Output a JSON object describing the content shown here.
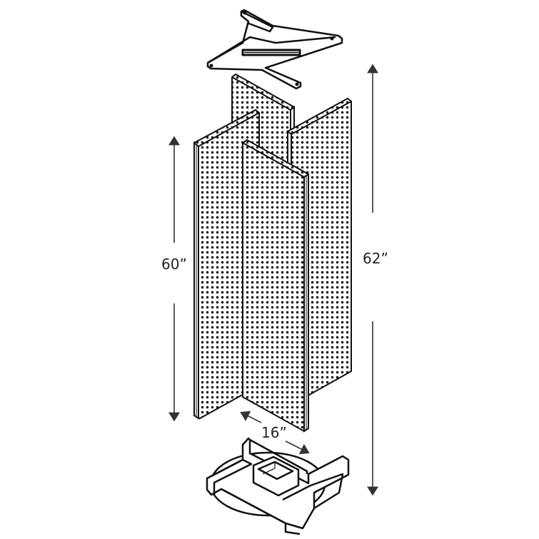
{
  "diagram": {
    "title": "Four-panel pegboard display tower exploded view",
    "colors": {
      "line": "#111111",
      "background": "#ffffff",
      "hole": "#111111",
      "dimension": "#333333"
    },
    "parts": [
      {
        "id": "top-cap",
        "description": "cross-shaped top frame"
      },
      {
        "id": "panel-back",
        "description": "perforated panel (back)"
      },
      {
        "id": "panel-left",
        "description": "perforated panel (left)"
      },
      {
        "id": "panel-right",
        "description": "perforated panel (right)"
      },
      {
        "id": "panel-front",
        "description": "perforated panel (front)"
      },
      {
        "id": "base",
        "description": "cross-shaped base with center hub and round foot"
      }
    ],
    "dimensions": {
      "panel_height": "60”",
      "total_height": "62”",
      "panel_width": "16”"
    }
  }
}
